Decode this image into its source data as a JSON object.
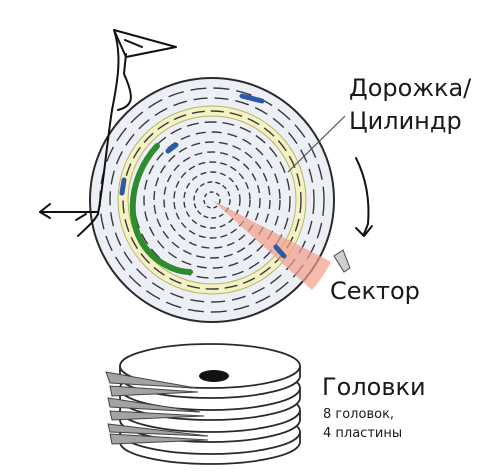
{
  "labels": {
    "track": "Дорожка/",
    "cylinder": "Цилиндр",
    "sector": "Сектор",
    "heads": "Головки",
    "heads_count": "8 головок,",
    "platters_count": "4 пластины"
  },
  "colors": {
    "outline": "#2a2a2a",
    "platter_fill": "#eceff5",
    "cylinder_band": "#f4f1c4",
    "cylinder_band_edge": "#b9b66a",
    "sector_wedge": "#f39e8a",
    "data_green": "#2e8b2e",
    "data_blue": "#2a5aa8",
    "arm": "#9a9a9a"
  }
}
